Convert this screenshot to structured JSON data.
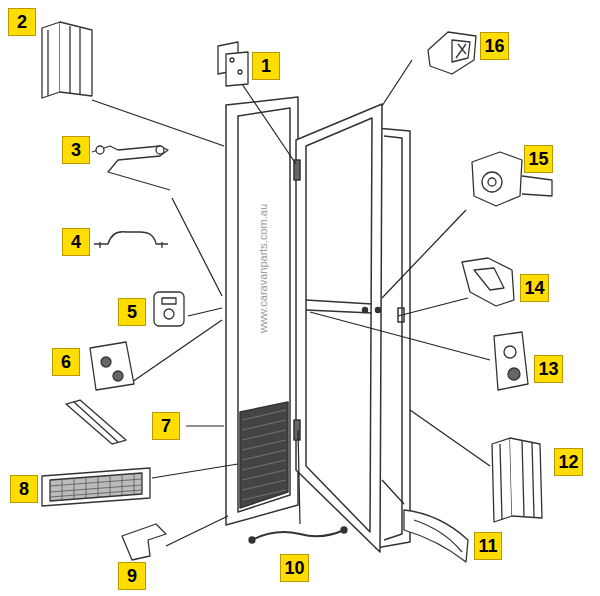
{
  "diagram": {
    "nodes": [
      {
        "text": [
          "2"
        ]
      },
      {
        "text": [
          "16"
        ]
      },
      {
        "text": [
          "1"
        ]
      },
      {
        "text": [
          "3"
        ]
      },
      {
        "text": [
          "15"
        ]
      },
      {
        "text": [
          "4"
        ]
      },
      {
        "text": [
          "14"
        ]
      },
      {
        "text": [
          "5"
        ]
      },
      {
        "text": [
          "6"
        ]
      },
      {
        "text": [
          "13"
        ]
      },
      {
        "text": [
          "7"
        ]
      },
      {
        "text": [
          "12"
        ]
      },
      {
        "text": [
          "8"
        ]
      },
      {
        "text": [
          "11"
        ]
      },
      {
        "text": [
          "10"
        ]
      },
      {
        "text": [
          "9"
        ]
      }
    ],
    "labels": [
      "www.caravanparts.com.au"
    ]
  }
}
